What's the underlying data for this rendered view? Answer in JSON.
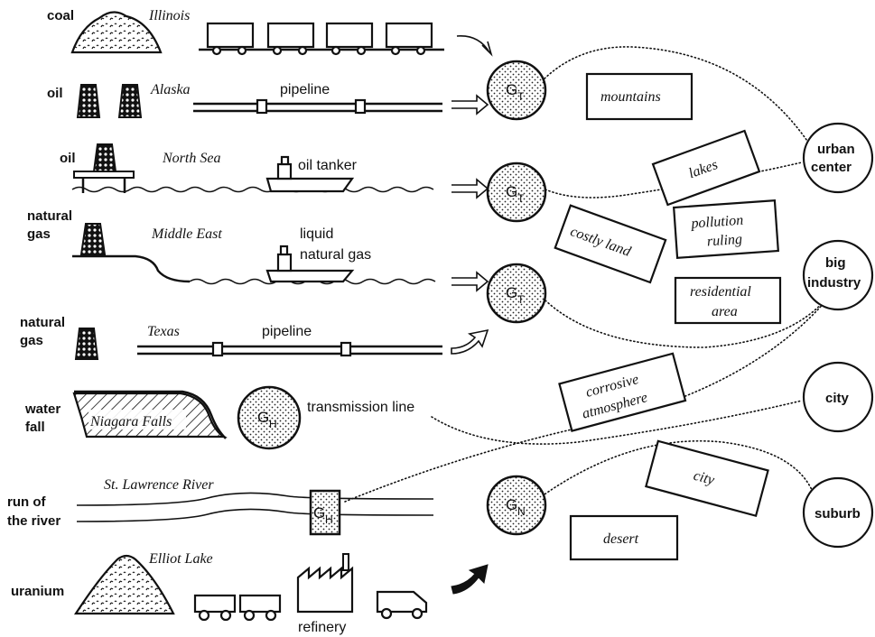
{
  "sources": [
    {
      "resource": "coal",
      "place": "Illinois"
    },
    {
      "resource": "oil",
      "place": "Alaska",
      "transport": "pipeline"
    },
    {
      "resource": "oil",
      "place": "North Sea",
      "transport": "oil tanker"
    },
    {
      "resource_line1": "natural",
      "resource_line2": "gas",
      "place": "Middle East",
      "transport_line1": "liquid",
      "transport_line2": "natural gas"
    },
    {
      "resource_line1": "natural",
      "resource_line2": "gas",
      "place": "Texas",
      "transport": "pipeline"
    },
    {
      "resource_line1": "water",
      "resource_line2": "fall",
      "place": "Niagara Falls",
      "transport": "transmission line"
    },
    {
      "resource_line1": "run of",
      "resource_line2": "the river",
      "place": "St. Lawrence River"
    },
    {
      "resource": "uranium",
      "place": "Elliot Lake",
      "facility": "refinery"
    }
  ],
  "generators": [
    {
      "name": "thermal-1",
      "main": "G",
      "sub": "T"
    },
    {
      "name": "thermal-2",
      "main": "G",
      "sub": "T"
    },
    {
      "name": "thermal-3",
      "main": "G",
      "sub": "T"
    },
    {
      "name": "hydro-1",
      "main": "G",
      "sub": "H"
    },
    {
      "name": "hydro-2",
      "main": "G",
      "sub": "H"
    },
    {
      "name": "nuclear",
      "main": "G",
      "sub": "N"
    }
  ],
  "constraints": {
    "mountains": "mountains",
    "lakes": "lakes",
    "costly_land": "costly land",
    "pollution_line1": "pollution",
    "pollution_line2": "ruling",
    "residential_line1": "residential",
    "residential_line2": "area",
    "corrosive_line1": "corrosive",
    "corrosive_line2": "atmosphere",
    "city": "city",
    "desert": "desert"
  },
  "loads": {
    "urban_line1": "urban",
    "urban_line2": "center",
    "industry_line1": "big",
    "industry_line2": "industry",
    "city": "city",
    "suburb": "suburb"
  }
}
